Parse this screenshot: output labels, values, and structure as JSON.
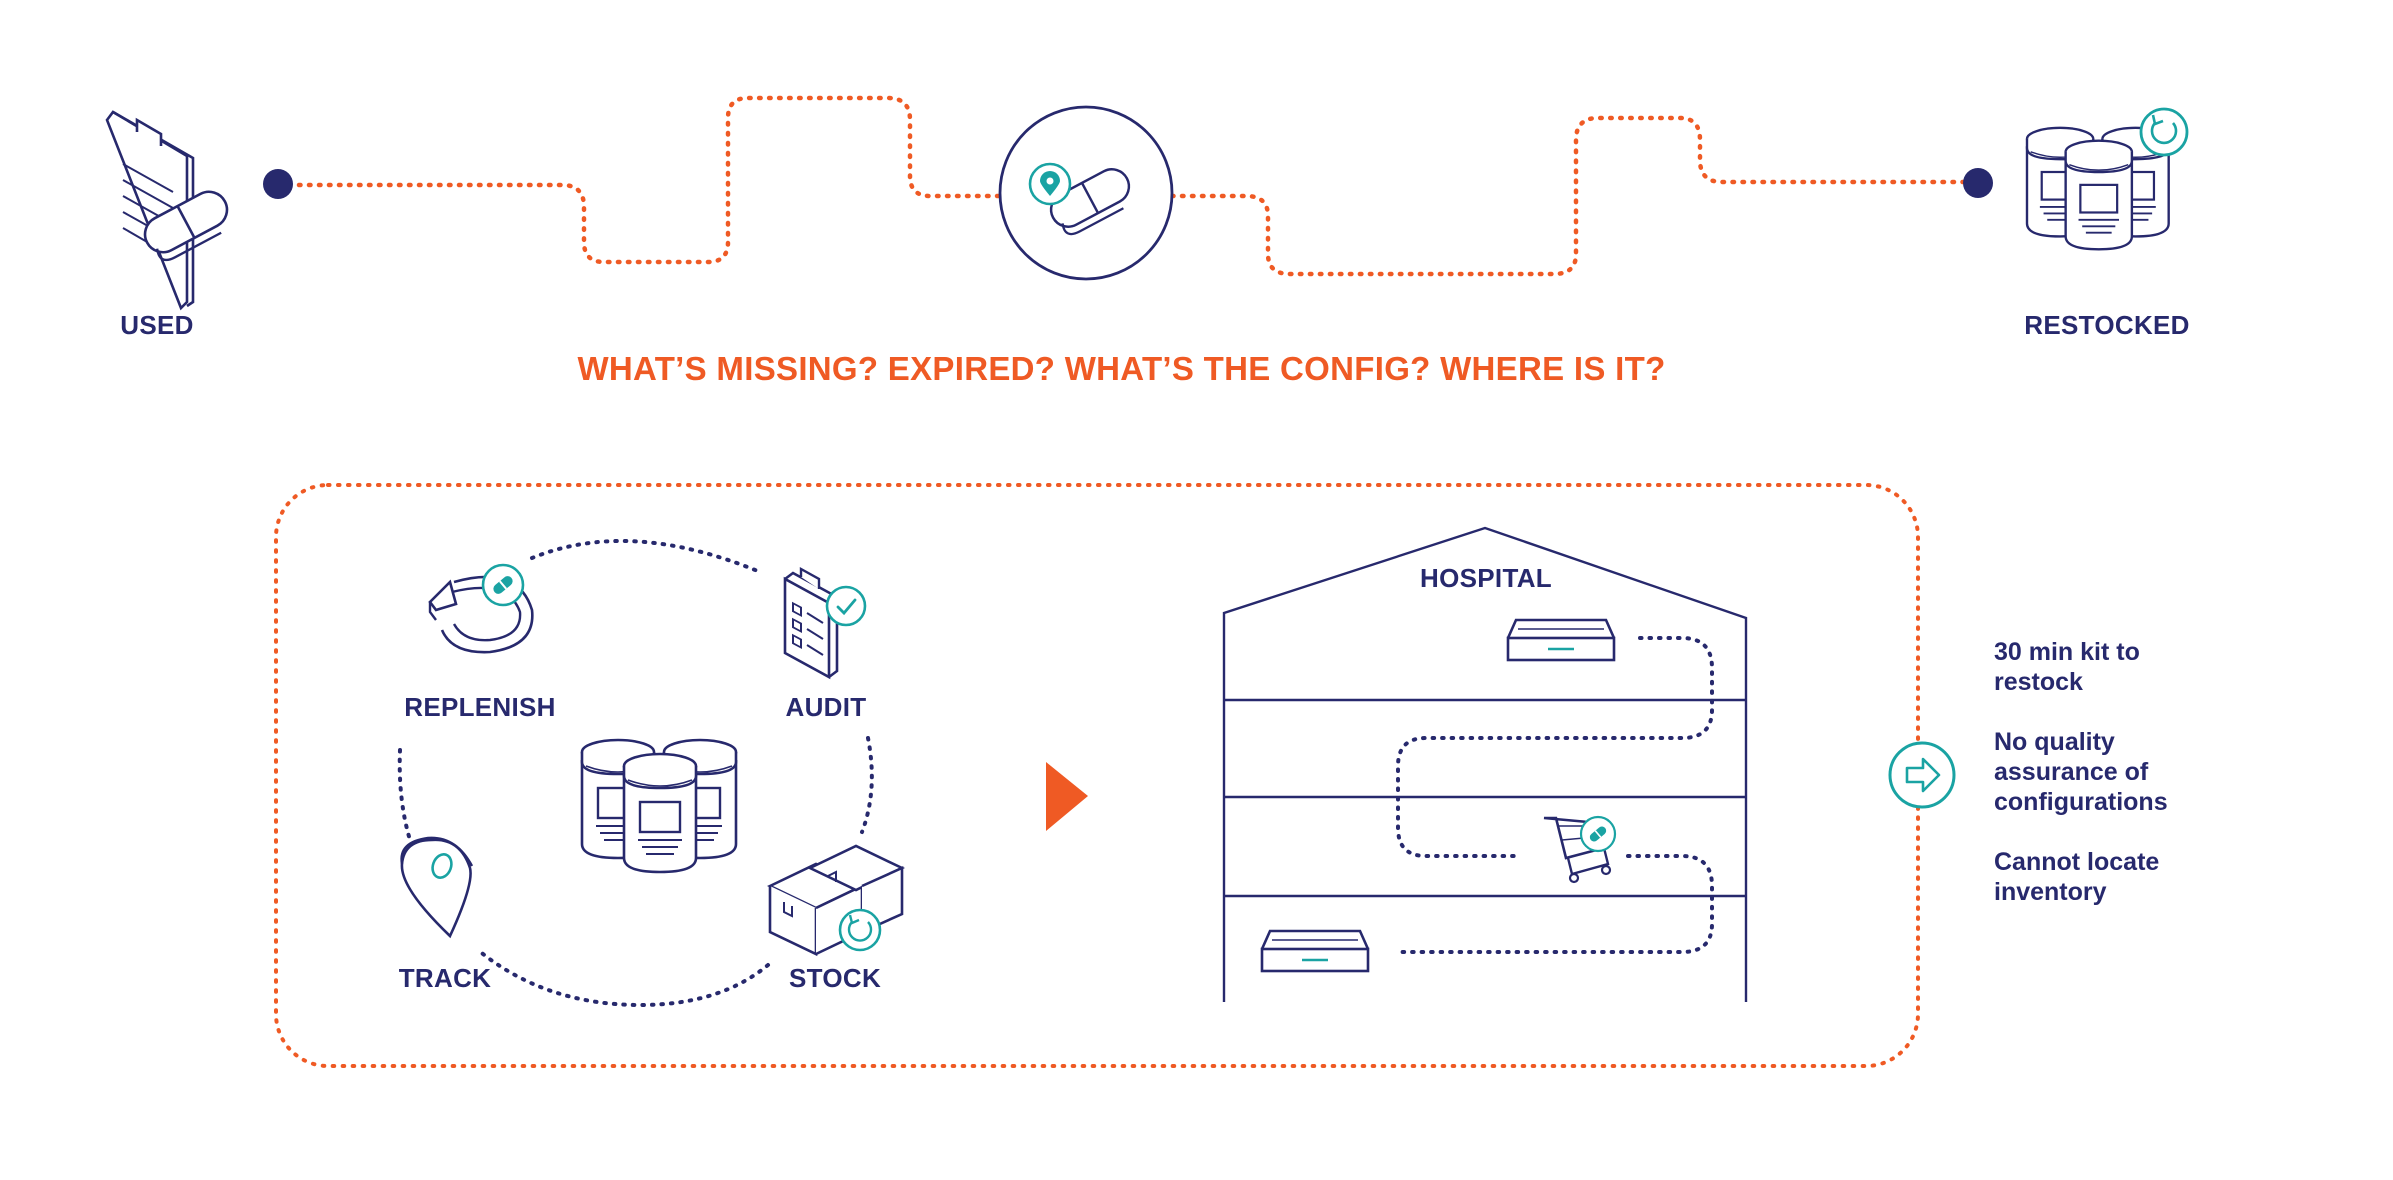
{
  "colors": {
    "navy": "#27296d",
    "orange": "#ef5a24",
    "teal": "#1aa3a3"
  },
  "journey": {
    "start_label": "USED",
    "end_label": "RESTOCKED",
    "headline": "WHAT’S MISSING? EXPIRED? WHAT’S THE CONFIG? WHERE IS IT?"
  },
  "cycle": {
    "steps": [
      "REPLENISH",
      "AUDIT",
      "TRACK",
      "STOCK"
    ]
  },
  "hospital": {
    "label": "HOSPITAL"
  },
  "issues": [
    "30 min kit to restock",
    "No quality assurance of configurations",
    "Cannot locate inventory"
  ],
  "icons": [
    "clipboard-icon",
    "pill-icon",
    "location-pin-icon",
    "bottles-icon",
    "refresh-icon",
    "checklist-icon",
    "checkmark-icon",
    "boxes-icon",
    "map-pin-icon",
    "cart-icon",
    "tray-icon",
    "arrow-right-icon",
    "play-arrow-icon"
  ]
}
